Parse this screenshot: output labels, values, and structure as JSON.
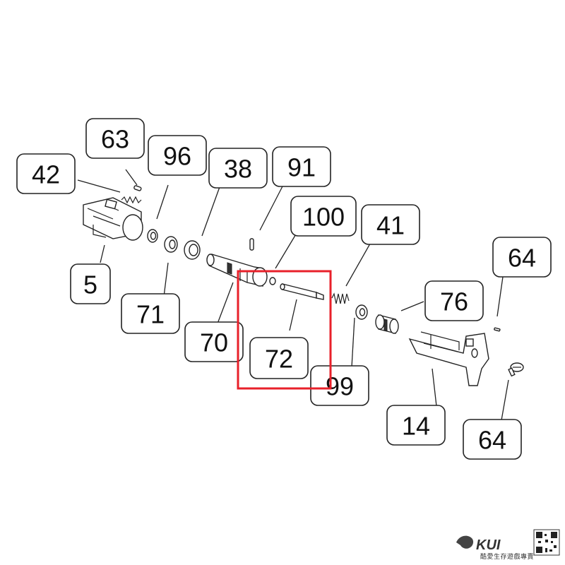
{
  "callouts": [
    {
      "id": "c63",
      "label": "63"
    },
    {
      "id": "c96",
      "label": "96"
    },
    {
      "id": "c38",
      "label": "38"
    },
    {
      "id": "c91",
      "label": "91"
    },
    {
      "id": "c42",
      "label": "42"
    },
    {
      "id": "c100",
      "label": "100"
    },
    {
      "id": "c41",
      "label": "41"
    },
    {
      "id": "c64a",
      "label": "64"
    },
    {
      "id": "c76",
      "label": "76"
    },
    {
      "id": "c5",
      "label": "5"
    },
    {
      "id": "c71",
      "label": "71"
    },
    {
      "id": "c70",
      "label": "70"
    },
    {
      "id": "c72",
      "label": "72"
    },
    {
      "id": "c99",
      "label": "99"
    },
    {
      "id": "c14",
      "label": "14"
    },
    {
      "id": "c64b",
      "label": "64"
    }
  ],
  "highlight": {
    "color": "#e8202a",
    "target": "72"
  },
  "brand": {
    "logo_text": "KUI",
    "caption": "酷愛生存遊戲專賣"
  }
}
